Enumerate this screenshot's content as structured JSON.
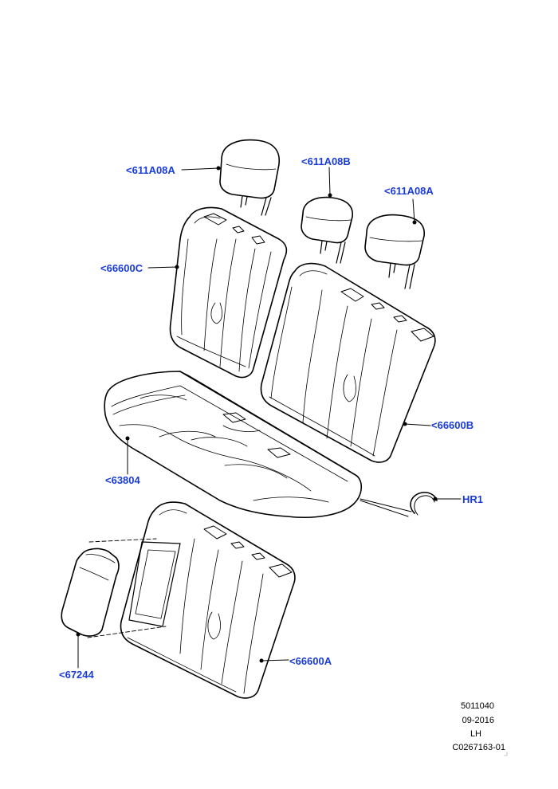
{
  "callouts": {
    "headrest_left": "<611A08A",
    "headrest_center": "<611A08B",
    "headrest_right": "<611A08A",
    "backrest_left": "<66600C",
    "backrest_right": "<66600B",
    "cushion": "<63804",
    "ring": "HR1",
    "armrest": "<67244",
    "backrest_lower": "<66600A"
  },
  "footer": {
    "ref": "5011040",
    "date": "09-2016",
    "side": "LH",
    "drawing_no": "C0267163-01"
  },
  "colors": {
    "callout": "#1a3cd6",
    "line": "#000000"
  }
}
